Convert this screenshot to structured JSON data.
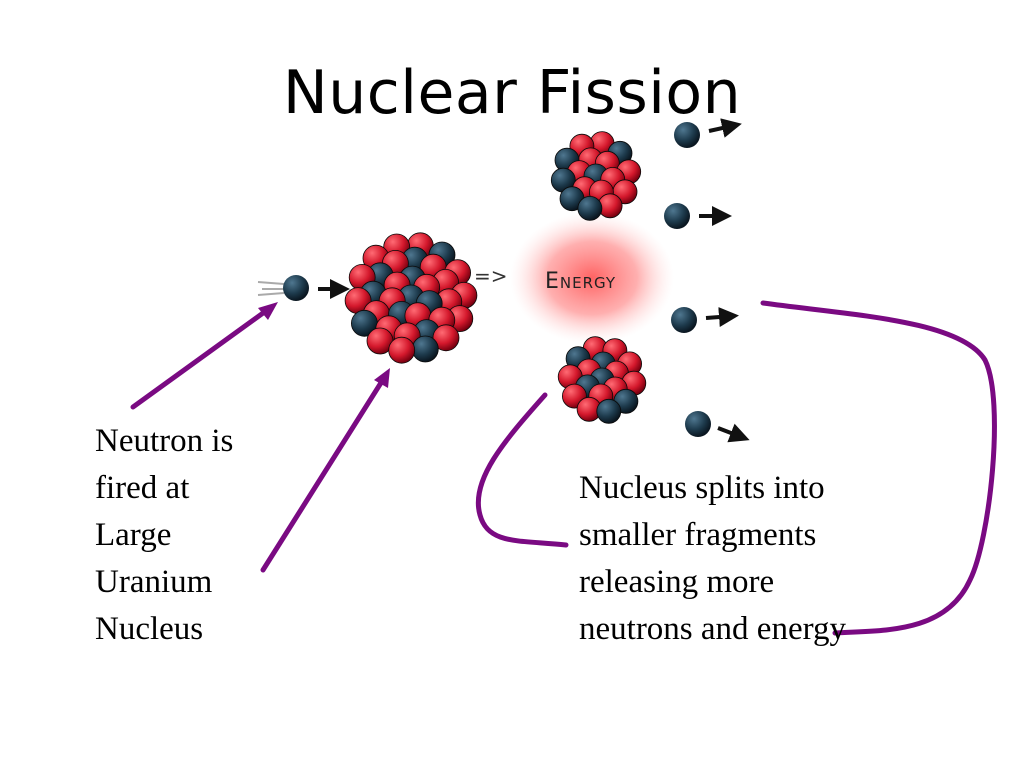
{
  "title": "Nuclear Fission",
  "energy_label": "Energy",
  "arrow_glyph": "=>",
  "left_caption": [
    "Neutron is",
    "fired at",
    "Large",
    "Uranium",
    "Nucleus"
  ],
  "right_caption": [
    "Nucleus splits into",
    "smaller fragments",
    "releasing more",
    "neutrons and energy"
  ],
  "colors": {
    "proton": "#d4182c",
    "neutron": "#1d3a4c",
    "callout_line": "#7a0a82",
    "energy_glow": "#ff5a5a"
  }
}
